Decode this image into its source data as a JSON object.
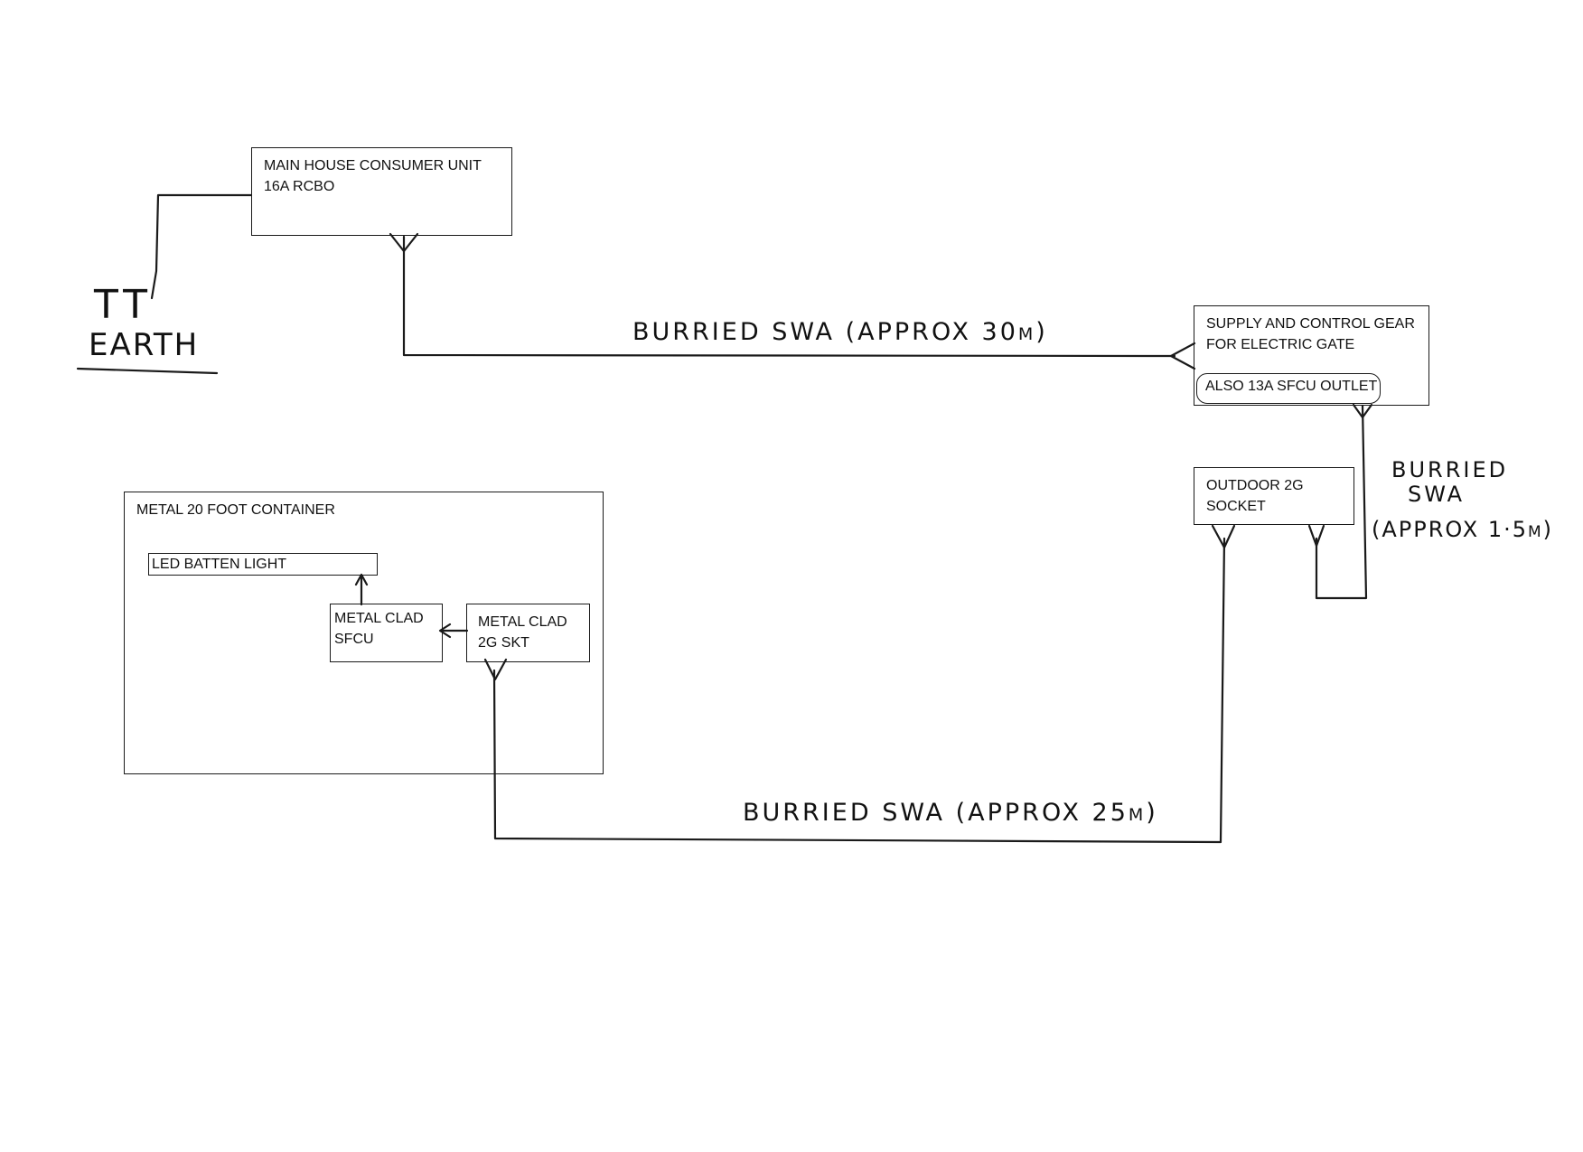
{
  "boxes": {
    "main_cu": "MAIN HOUSE CONSUMER UNIT\n16A RCBO",
    "gate_gear": "SUPPLY AND CONTROL GEAR\nFOR ELECTRIC GATE",
    "gate_outlet": "ALSO 13A SFCU OUTLET",
    "outdoor_socket": "OUTDOOR 2G\nSOCKET",
    "container": "METAL 20 FOOT CONTAINER",
    "led_light": "LED BATTEN LIGHT",
    "metal_sfcu": "METAL CLAD\nSFCU",
    "metal_skt": "METAL CLAD\n 2G SKT"
  },
  "handwriting": {
    "earth_top": "TT",
    "earth_bottom": "EARTH",
    "cable_30m": "BURRIED SWA (APPROX 30m)",
    "cable_15m_line1": "BURRIED",
    "cable_15m_line2": "SWA",
    "cable_15m_line3": "(APPROX 1·5m)",
    "cable_25m": "BURRIED SWA (APPROX 25m)"
  }
}
